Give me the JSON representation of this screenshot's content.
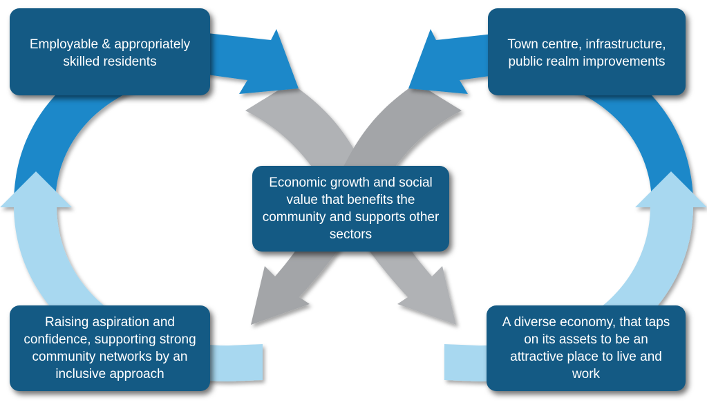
{
  "diagram": {
    "colors": {
      "dark_blue": "#1a88c9",
      "light_blue": "#a8d8f0",
      "grey": "#b0b2b5",
      "box": "#145a84",
      "text": "#ffffff"
    },
    "boxes": {
      "top_left": "Employable & appropriately skilled residents",
      "top_right": "Town centre, infrastructure, public realm improvements",
      "bottom_left": "Raising aspiration and confidence, supporting strong community networks by an inclusive approach",
      "bottom_right": "A diverse economy, that taps on its assets to be an attractive place to live and work",
      "center": "Economic growth and social value that benefits the community and supports other sectors"
    }
  }
}
